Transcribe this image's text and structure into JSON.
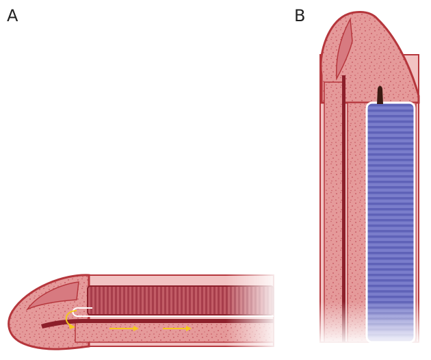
{
  "panels": [
    {
      "id": "A",
      "label": "A"
    },
    {
      "id": "B",
      "label": "B"
    }
  ],
  "colors": {
    "tissue_fill": "#e59a9a",
    "tissue_outline": "#b5363c",
    "urethra_lumen": "#f7dada",
    "urethra_dark": "#8c1f2a",
    "erectile_bands": "#a73d4b",
    "prosthesis_fill": "#5f62b8",
    "flow_arrows": "#f4c81c",
    "speckle": "#c24f5b"
  },
  "icons": {
    "flow_arrow": "yellow-arrow-icon",
    "curved_arrow": "curved-arrow-icon",
    "tip": "dark-tip-icon"
  }
}
